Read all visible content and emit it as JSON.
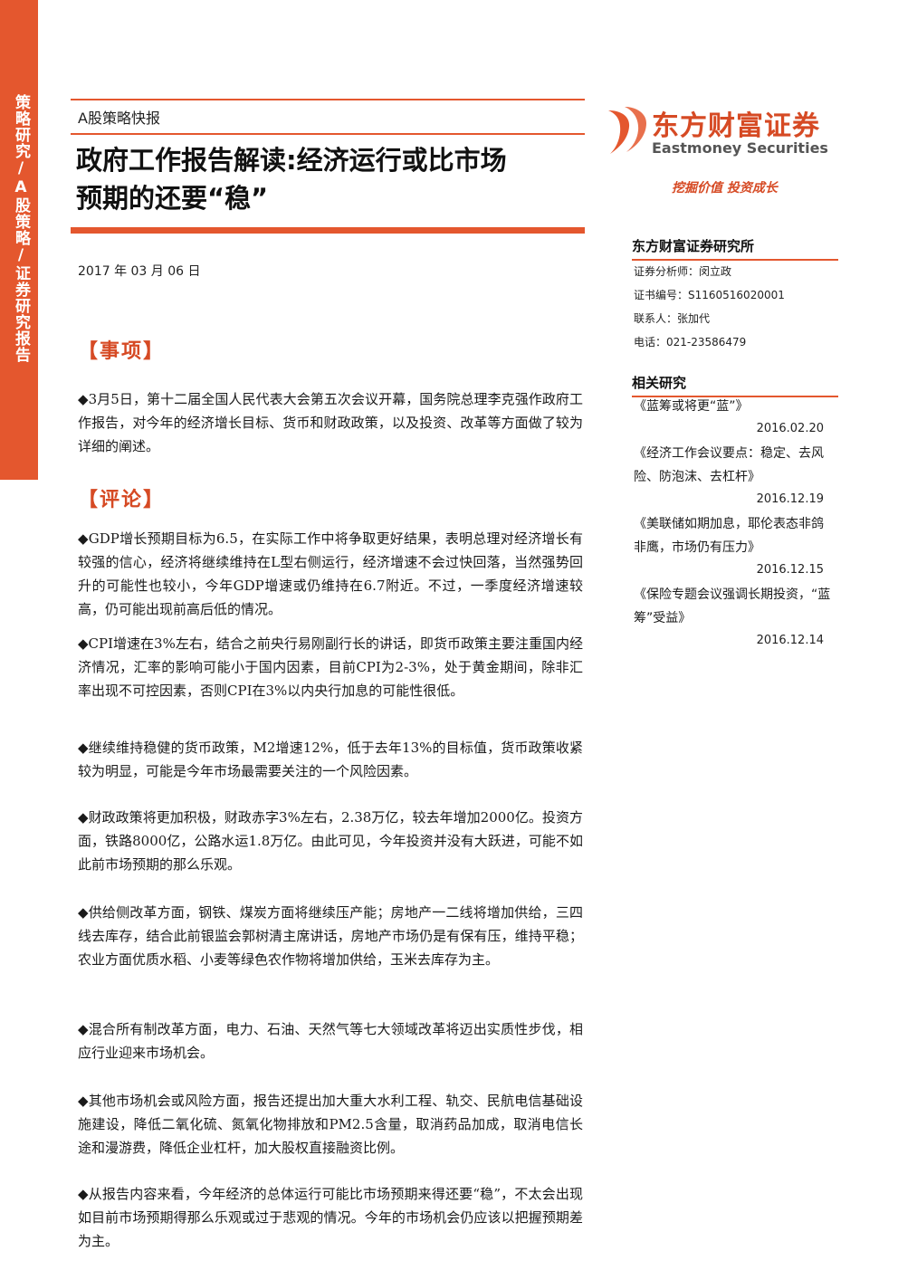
{
  "sidebar": {
    "text": "策略研究/A股策略/证券研究报告"
  },
  "header": {
    "report_type": "A股策略快报",
    "title_line1": "政府工作报告解读:经济运行或比市场",
    "title_line2": "预期的还要“稳”",
    "date": "2017 年 03 月 06 日"
  },
  "brand": {
    "name_cn": "东方财富证券",
    "name_en": "Eastmoney Securities",
    "slogan": "挖掘价值 投资成长",
    "accent": "#e4572e"
  },
  "institute": {
    "heading": "东方财富证券研究所",
    "analyst": "证券分析师：闵立政",
    "cert": "证书编号：S1160516020001",
    "contact": "联系人：张加代",
    "phone": "电话：021-23586479"
  },
  "related": {
    "heading": "相关研究",
    "items": [
      {
        "title": "《蓝筹或将更“蓝”》",
        "date": "2016.02.20"
      },
      {
        "title": "《经济工作会议要点：稳定、去风险、防泡沫、去杠杆》",
        "date": "2016.12.19"
      },
      {
        "title": "《美联储如期加息，耶伦表态非鸽非鹰，市场仍有压力》",
        "date": "2016.12.15"
      },
      {
        "title": "《保险专题会议强调长期投资，“蓝筹”受益》",
        "date": "2016.12.14"
      }
    ]
  },
  "sections": {
    "matter_heading": "【事项】",
    "matter_text": "◆3月5日，第十二届全国人民代表大会第五次会议开幕，国务院总理李克强作政府工作报告，对今年的经济增长目标、货币和财政政策，以及投资、改革等方面做了较为详细的阐述。",
    "comment_heading": "【评论】",
    "comments": [
      "◆GDP增长预期目标为6.5，在实际工作中将争取更好结果，表明总理对经济增长有较强的信心，经济将继续维持在L型右侧运行，经济增速不会过快回落，当然强势回升的可能性也较小，今年GDP增速或仍维持在6.7附近。不过，一季度经济增速较高，仍可能出现前高后低的情况。",
      "◆CPI增速在3%左右，结合之前央行易刚副行长的讲话，即货币政策主要注重国内经济情况，汇率的影响可能小于国内因素，目前CPI为2-3%，处于黄金期间，除非汇率出现不可控因素，否则CPI在3%以内央行加息的可能性很低。",
      "◆继续维持稳健的货币政策，M2增速12%，低于去年13%的目标值，货币政策收紧较为明显，可能是今年市场最需要关注的一个风险因素。",
      "◆财政政策将更加积极，财政赤字3%左右，2.38万亿，较去年增加2000亿。投资方面，铁路8000亿，公路水运1.8万亿。由此可见，今年投资并没有大跃进，可能不如此前市场预期的那么乐观。",
      "◆供给侧改革方面，钢铁、煤炭方面将继续压产能；房地产一二线将增加供给，三四线去库存，结合此前银监会郭树清主席讲话，房地产市场仍是有保有压，维持平稳；农业方面优质水稻、小麦等绿色农作物将增加供给，玉米去库存为主。",
      "◆混合所有制改革方面，电力、石油、天然气等七大领域改革将迈出实质性步伐，相应行业迎来市场机会。",
      "◆其他市场机会或风险方面，报告还提出加大重大水利工程、轨交、民航电信基础设施建设，降低二氧化硫、氮氧化物排放和PM2.5含量，取消药品加成，取消电信长途和漫游费，降低企业杠杆，加大股权直接融资比例。",
      "◆从报告内容来看，今年经济的总体运行可能比市场预期来得还要“稳”，不太会出现如目前市场预期得那么乐观或过于悲观的情况。今年的市场机会仍应该以把握预期差为主。"
    ]
  }
}
